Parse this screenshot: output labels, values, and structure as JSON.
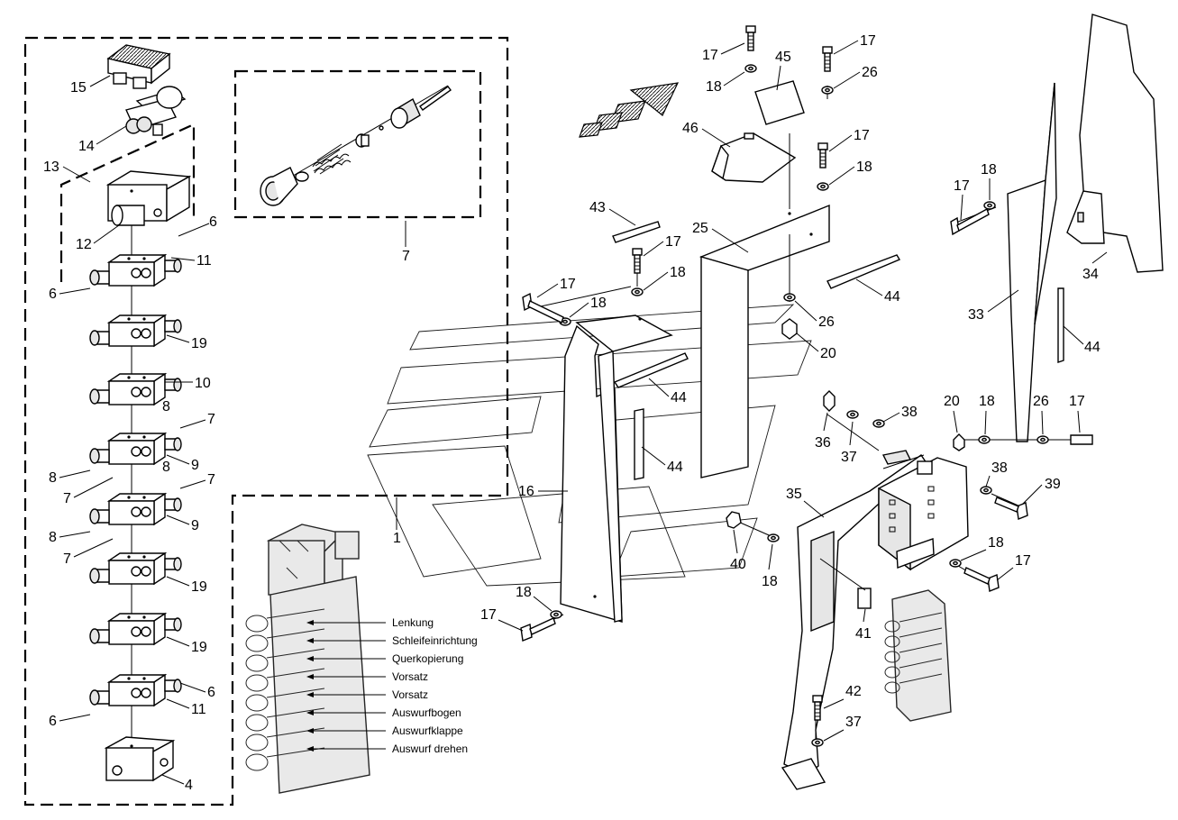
{
  "valve_labels": [
    "Lenkung",
    "Schleifeinrichtung",
    "Querkopierung",
    "Vorsatz",
    "Vorsatz",
    "Auswurfbogen",
    "Auswurfklappe",
    "Auswurf drehen"
  ],
  "callouts": {
    "c15": "15",
    "c14": "14",
    "c13": "13",
    "c12": "12",
    "c6a": "6",
    "c11a": "11",
    "c6b": "6",
    "c19a": "19",
    "c10": "10",
    "c8a": "8",
    "c7a": "7",
    "c9a": "9",
    "c8b": "8",
    "c7b": "7",
    "c8c": "8",
    "c7c": "7",
    "c9b": "9",
    "c8d": "8",
    "c7d": "7",
    "c19b": "19",
    "c19c": "19",
    "c6c": "6",
    "c11b": "11",
    "c6d": "6",
    "c4": "4",
    "c7e": "7",
    "c1": "1",
    "c17a": "17",
    "c18a": "18",
    "c45": "45",
    "c17b": "17",
    "c26a": "26",
    "c46": "46",
    "c17c": "17",
    "c18b": "18",
    "c43": "43",
    "c25": "25",
    "c17d": "17",
    "c18c": "18",
    "c17e": "17",
    "c18d": "18",
    "c44a": "44",
    "c26b": "26",
    "c20a": "20",
    "c44b": "44",
    "c44c": "44",
    "c16": "16",
    "c18e": "18",
    "c17f": "17",
    "c17g": "17",
    "c18f": "18",
    "c34": "34",
    "c33": "33",
    "c44d": "44",
    "c20b": "20",
    "c18g": "18",
    "c26c": "26",
    "c17h": "17",
    "c36": "36",
    "c37a": "37",
    "c38a": "38",
    "c38b": "38",
    "c39": "39",
    "c35": "35",
    "c40": "40",
    "c18h": "18",
    "c18i": "18",
    "c17i": "17",
    "c41": "41",
    "c42": "42",
    "c37b": "37"
  }
}
